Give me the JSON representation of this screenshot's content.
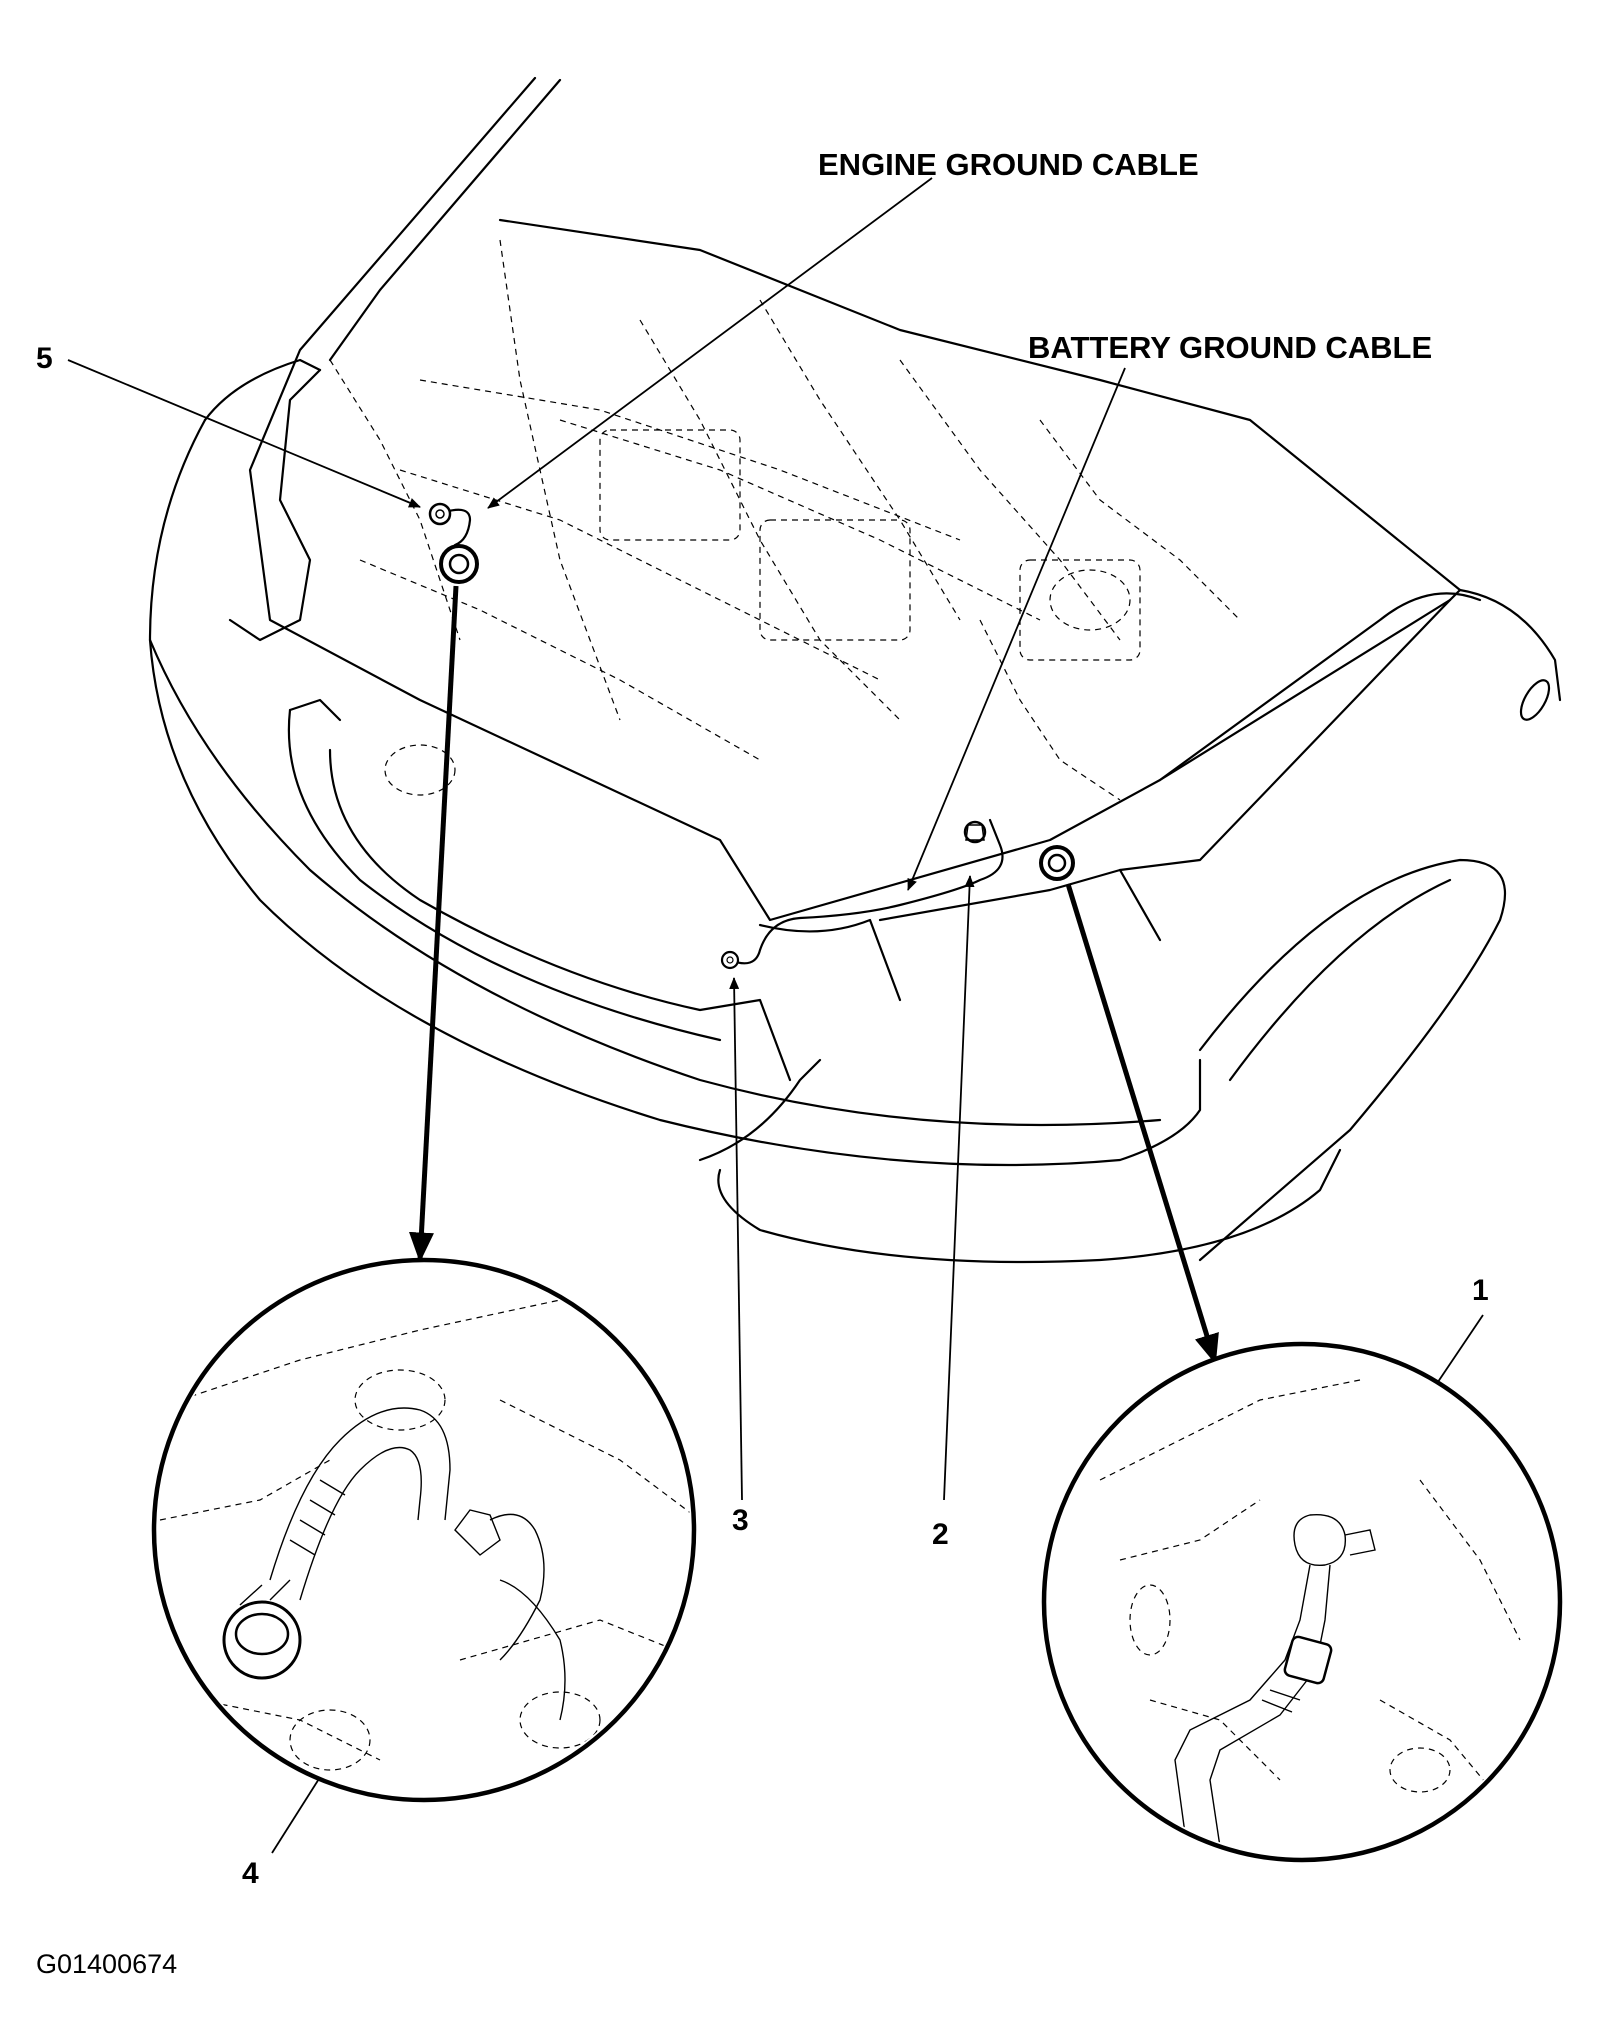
{
  "labels": {
    "engine_ground_cable": "ENGINE GROUND CABLE",
    "battery_ground_cable": "BATTERY GROUND CABLE",
    "n1": "1",
    "n2": "2",
    "n3": "3",
    "n4": "4",
    "n5": "5"
  },
  "figure_code": "G01400674",
  "colors": {
    "ink": "#000000",
    "paper": "#ffffff"
  }
}
